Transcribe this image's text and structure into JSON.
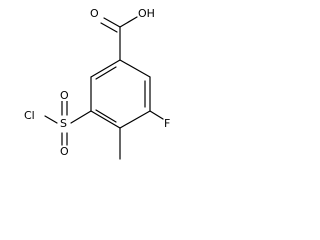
{
  "molecule": {
    "labels": {
      "carboxyl_oxygen": "O",
      "hydroxyl": "OH",
      "sulfur": "S",
      "sulfonyl_oxygen_top": "O",
      "sulfonyl_oxygen_bottom": "O",
      "chlorine": "Cl",
      "fluorine": "F"
    }
  },
  "colors": {
    "bond": "#000000",
    "text": "#000000",
    "background": "#ffffff"
  }
}
